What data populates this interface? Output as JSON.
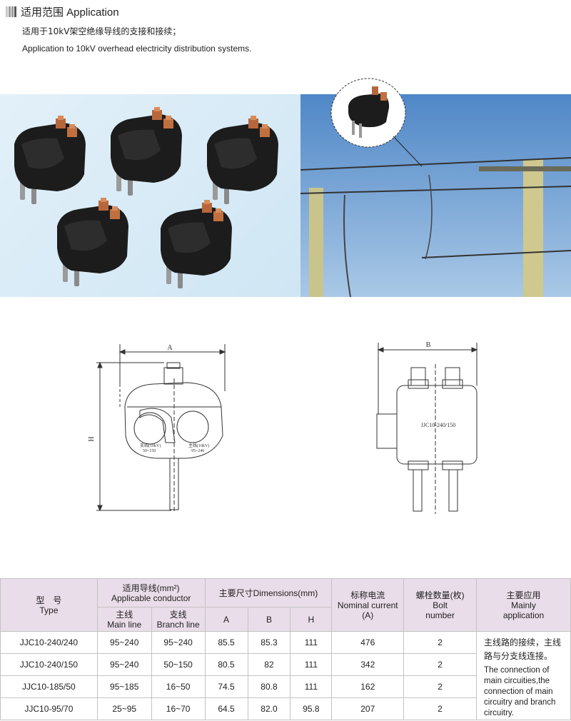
{
  "header": {
    "title": "适用范围 Application"
  },
  "intro": {
    "cn": "适用于10kV架空绝缘导线的支接和接续；",
    "en": "Application to 10kV overhead electricity distribution systems."
  },
  "drawing": {
    "dim_a": "A",
    "dim_h": "H",
    "dim_b": "B",
    "front_label_branch": "支线(10kV)",
    "front_label_branch_range": "50~150",
    "front_label_main": "主线(10kV)",
    "front_label_main_range": "95~240",
    "side_model": "JJC10-240/150"
  },
  "table": {
    "h_type_cn": "型　号",
    "h_type_en": "Type",
    "h_cond_cn": "适用导线(mm²)",
    "h_cond_en": "Applicable conductor",
    "h_main_cn": "主线",
    "h_main_en": "Main line",
    "h_branch_cn": "支线",
    "h_branch_en": "Branch line",
    "h_dim": "主要尺寸Dimensions(mm)",
    "h_a": "A",
    "h_b": "B",
    "h_h": "H",
    "h_cur_cn": "标称电流",
    "h_cur_en1": "Nominal current",
    "h_cur_en2": "(A)",
    "h_bolt_cn": "螺栓数量(枚)",
    "h_bolt_en1": "Bolt",
    "h_bolt_en2": "number",
    "h_app_cn": "主要应用",
    "h_app_en1": "Mainly",
    "h_app_en2": "application",
    "rows": [
      {
        "type": "JJC10-240/240",
        "main": "95~240",
        "branch": "95~240",
        "a": "85.5",
        "b": "85.3",
        "h": "111",
        "cur": "476",
        "bolt": "2"
      },
      {
        "type": "JJC10-240/150",
        "main": "95~240",
        "branch": "50~150",
        "a": "80.5",
        "b": "82",
        "h": "111",
        "cur": "342",
        "bolt": "2"
      },
      {
        "type": "JJC10-185/50",
        "main": "95~185",
        "branch": "16~50",
        "a": "74.5",
        "b": "80.8",
        "h": "111",
        "cur": "162",
        "bolt": "2"
      },
      {
        "type": "JJC10-95/70",
        "main": "25~95",
        "branch": "16~70",
        "a": "64.5",
        "b": "82.0",
        "h": "95.8",
        "cur": "207",
        "bolt": "2"
      }
    ],
    "app_cn": "主线路的接续，主线路与分支线连接。",
    "app_en": "The connection of main circuities,the connection of main circuitry and branch circuitry."
  }
}
